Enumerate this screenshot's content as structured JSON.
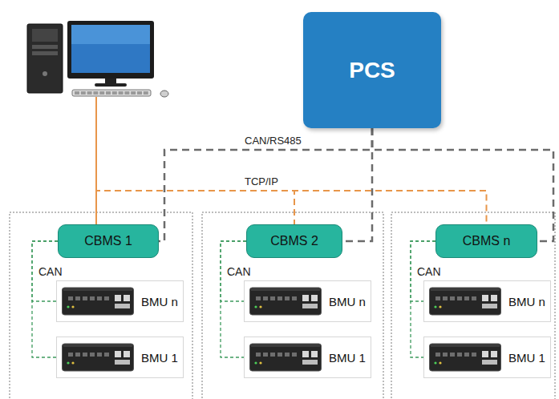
{
  "diagram": {
    "nodes": [
      {
        "text": [
          "PCS"
        ]
      },
      {
        "text": [
          "CBMS 1"
        ]
      },
      {
        "text": [
          "BMU n"
        ]
      },
      {
        "text": [
          "BMU 1"
        ]
      },
      {
        "text": [
          "CBMS 2"
        ]
      },
      {
        "text": [
          "BMU n"
        ]
      },
      {
        "text": [
          "BMU 1"
        ]
      },
      {
        "text": [
          "CBMS n"
        ]
      },
      {
        "text": [
          "BMU n"
        ]
      },
      {
        "text": [
          "BMU 1"
        ]
      }
    ],
    "edges": [
      {
        "from": 0,
        "to": 1,
        "arrow": "none"
      },
      {
        "from": 0,
        "to": 4,
        "arrow": "none"
      },
      {
        "from": 0,
        "to": 7,
        "arrow": "none"
      },
      {
        "from": 1,
        "to": 4,
        "arrow": "none"
      },
      {
        "from": 1,
        "to": 7,
        "arrow": "none"
      },
      {
        "from": 1,
        "to": 2,
        "arrow": "none"
      },
      {
        "from": 1,
        "to": 3,
        "arrow": "none"
      },
      {
        "from": 4,
        "to": 5,
        "arrow": "none"
      },
      {
        "from": 4,
        "to": 6,
        "arrow": "none"
      },
      {
        "from": 7,
        "to": 8,
        "arrow": "none"
      },
      {
        "from": 7,
        "to": 9,
        "arrow": "none"
      }
    ],
    "labels": [
      "CAN/RS485",
      "TCP/IP",
      "CAN",
      "CAN",
      "CAN"
    ]
  }
}
